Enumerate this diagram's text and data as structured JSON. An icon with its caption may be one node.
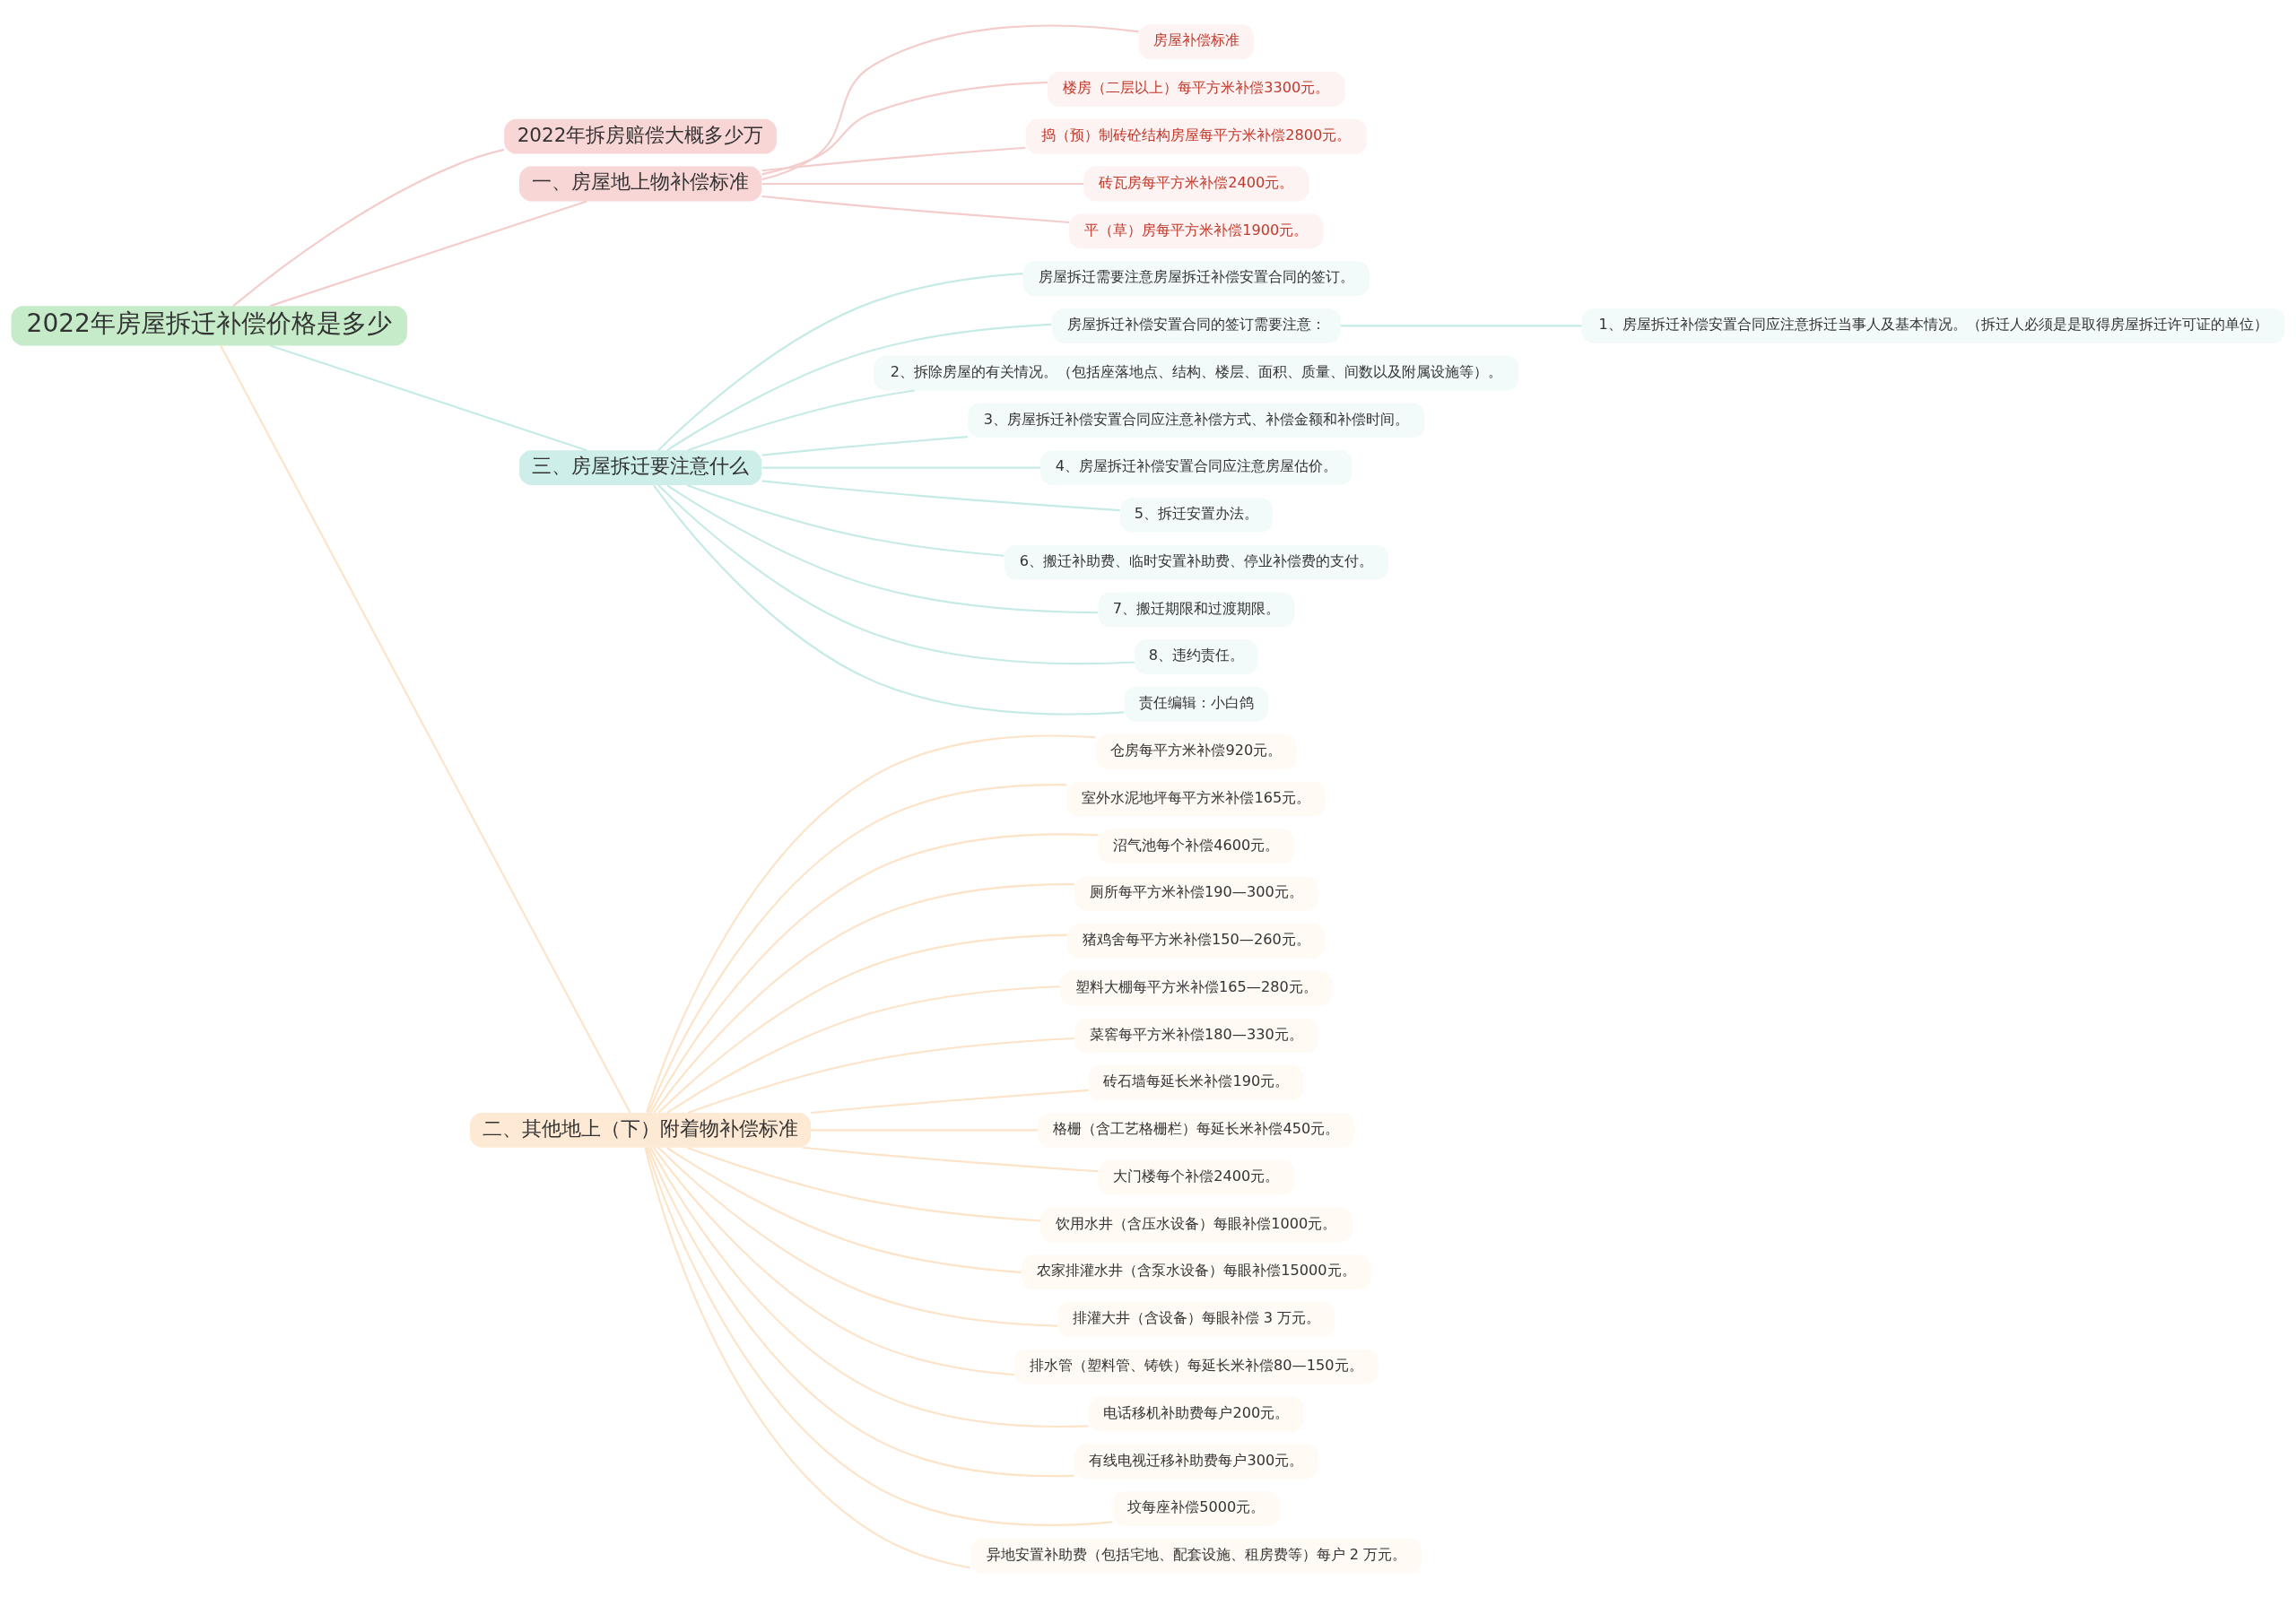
{
  "diagram": {
    "nodes": [
      {
        "text": [
          "2022年房屋拆迁补偿价格是多少"
        ]
      },
      {
        "text": [
          "2022年拆房赔偿大概多少万"
        ]
      },
      {
        "text": [
          "一、房屋地上物补偿标准"
        ]
      },
      {
        "text": [
          "房屋补偿标准"
        ]
      },
      {
        "text": [
          "楼房（二层以上）每平方米补偿3300元。"
        ]
      },
      {
        "text": [
          "捣（预）制砖砼结构房屋每平方米补偿2800元。"
        ]
      },
      {
        "text": [
          "砖瓦房每平方米补偿2400元。"
        ]
      },
      {
        "text": [
          "平（草）房每平方米补偿1900元。"
        ]
      },
      {
        "text": [
          "三、房屋拆迁要注意什么"
        ]
      },
      {
        "text": [
          "房屋拆迁需要注意房屋拆迁补偿安置合同的签订。"
        ]
      },
      {
        "text": [
          "房屋拆迁补偿安置合同的签订需要注意："
        ]
      },
      {
        "text": [
          "1、房屋拆迁补偿安置合同应注意拆迁当事人及基本情况。（拆迁人必须是是取得房屋拆迁许可证的单位）"
        ]
      },
      {
        "text": [
          "2、拆除房屋的有关情况。（包括座落地点、结构、楼层、面积、质量、间数以及附属设施等）。"
        ]
      },
      {
        "text": [
          "3、房屋拆迁补偿安置合同应注意补偿方式、补偿金额和补偿时间。"
        ]
      },
      {
        "text": [
          "4、房屋拆迁补偿安置合同应注意房屋估价。"
        ]
      },
      {
        "text": [
          "5、拆迁安置办法。"
        ]
      },
      {
        "text": [
          "6、搬迁补助费、临时安置补助费、停业补偿费的支付。"
        ]
      },
      {
        "text": [
          "7、搬迁期限和过渡期限。"
        ]
      },
      {
        "text": [
          "8、违约责任。"
        ]
      },
      {
        "text": [
          "责任编辑：小白鸽"
        ]
      },
      {
        "text": [
          "二、其他地上（下）附着物补偿标准"
        ]
      },
      {
        "text": [
          "仓房每平方米补偿920元。"
        ]
      },
      {
        "text": [
          "室外水泥地坪每平方米补偿165元。"
        ]
      },
      {
        "text": [
          "沼气池每个补偿4600元。"
        ]
      },
      {
        "text": [
          "厕所每平方米补偿190—300元。"
        ]
      },
      {
        "text": [
          "猪鸡舍每平方米补偿150—260元。"
        ]
      },
      {
        "text": [
          "塑料大棚每平方米补偿165—280元。"
        ]
      },
      {
        "text": [
          "菜窖每平方米补偿180—330元。"
        ]
      },
      {
        "text": [
          "砖石墙每延长米补偿190元。"
        ]
      },
      {
        "text": [
          "格栅（含工艺格栅栏）每延长米补偿450元。"
        ]
      },
      {
        "text": [
          "大门楼每个补偿2400元。"
        ]
      },
      {
        "text": [
          "饮用水井（含压水设备）每眼补偿1000元。"
        ]
      },
      {
        "text": [
          "农家排灌水井（含泵水设备）每眼补偿15000元。"
        ]
      },
      {
        "text": [
          "排灌大井（含设备）每眼补偿 3 万元。"
        ]
      },
      {
        "text": [
          "排水管（塑料管、铸铁）每延长米补偿80—150元。"
        ]
      },
      {
        "text": [
          "电话移机补助费每户200元。"
        ]
      },
      {
        "text": [
          "有线电视迁移补助费每户300元。"
        ]
      },
      {
        "text": [
          "坟每座补偿5000元。"
        ]
      },
      {
        "text": [
          "异地安置补助费（包括宅地、配套设施、租房费等）每户 2 万元。"
        ]
      }
    ],
    "edges": [
      {
        "from": 0,
        "to": 1,
        "arrow": "none",
        "color": "#f4cccc"
      },
      {
        "from": 0,
        "to": 2,
        "arrow": "none",
        "color": "#f4cccc"
      },
      {
        "from": 2,
        "to": 3,
        "arrow": "none",
        "color": "#f4cccc"
      },
      {
        "from": 2,
        "to": 4,
        "arrow": "none",
        "color": "#f4cccc"
      },
      {
        "from": 2,
        "to": 5,
        "arrow": "none",
        "color": "#f4cccc"
      },
      {
        "from": 2,
        "to": 6,
        "arrow": "none",
        "color": "#f4cccc"
      },
      {
        "from": 2,
        "to": 7,
        "arrow": "none",
        "color": "#f4cccc"
      },
      {
        "from": 0,
        "to": 8,
        "arrow": "none",
        "color": "#c6ebe6"
      },
      {
        "from": 8,
        "to": 9,
        "arrow": "none",
        "color": "#c6ebe6"
      },
      {
        "from": 8,
        "to": 10,
        "arrow": "none",
        "color": "#c6ebe6"
      },
      {
        "from": 10,
        "to": 11,
        "arrow": "none",
        "color": "#c6ebe6"
      },
      {
        "from": 8,
        "to": 12,
        "arrow": "none",
        "color": "#c6ebe6"
      },
      {
        "from": 8,
        "to": 13,
        "arrow": "none",
        "color": "#c6ebe6"
      },
      {
        "from": 8,
        "to": 14,
        "arrow": "none",
        "color": "#c6ebe6"
      },
      {
        "from": 8,
        "to": 15,
        "arrow": "none",
        "color": "#c6ebe6"
      },
      {
        "from": 8,
        "to": 16,
        "arrow": "none",
        "color": "#c6ebe6"
      },
      {
        "from": 8,
        "to": 17,
        "arrow": "none",
        "color": "#c6ebe6"
      },
      {
        "from": 8,
        "to": 18,
        "arrow": "none",
        "color": "#c6ebe6"
      },
      {
        "from": 8,
        "to": 19,
        "arrow": "none",
        "color": "#c6ebe6"
      },
      {
        "from": 0,
        "to": 20,
        "arrow": "none"
      },
      {
        "from": 20,
        "to": 21,
        "arrow": "none"
      },
      {
        "from": 20,
        "to": 22,
        "arrow": "none"
      },
      {
        "from": 20,
        "to": 23,
        "arrow": "none"
      },
      {
        "from": 20,
        "to": 24,
        "arrow": "none"
      },
      {
        "from": 20,
        "to": 25,
        "arrow": "none"
      },
      {
        "from": 20,
        "to": 26,
        "arrow": "none"
      },
      {
        "from": 20,
        "to": 27,
        "arrow": "none"
      },
      {
        "from": 20,
        "to": 28,
        "arrow": "none"
      },
      {
        "from": 20,
        "to": 29,
        "arrow": "none"
      },
      {
        "from": 20,
        "to": 30,
        "arrow": "none"
      },
      {
        "from": 20,
        "to": 31,
        "arrow": "none"
      },
      {
        "from": 20,
        "to": 32,
        "arrow": "none"
      },
      {
        "from": 20,
        "to": 33,
        "arrow": "none"
      },
      {
        "from": 20,
        "to": 34,
        "arrow": "none"
      },
      {
        "from": 20,
        "to": 35,
        "arrow": "none"
      },
      {
        "from": 20,
        "to": 36,
        "arrow": "none"
      },
      {
        "from": 20,
        "to": 37,
        "arrow": "none"
      },
      {
        "from": 20,
        "to": 38,
        "arrow": "none"
      }
    ]
  }
}
